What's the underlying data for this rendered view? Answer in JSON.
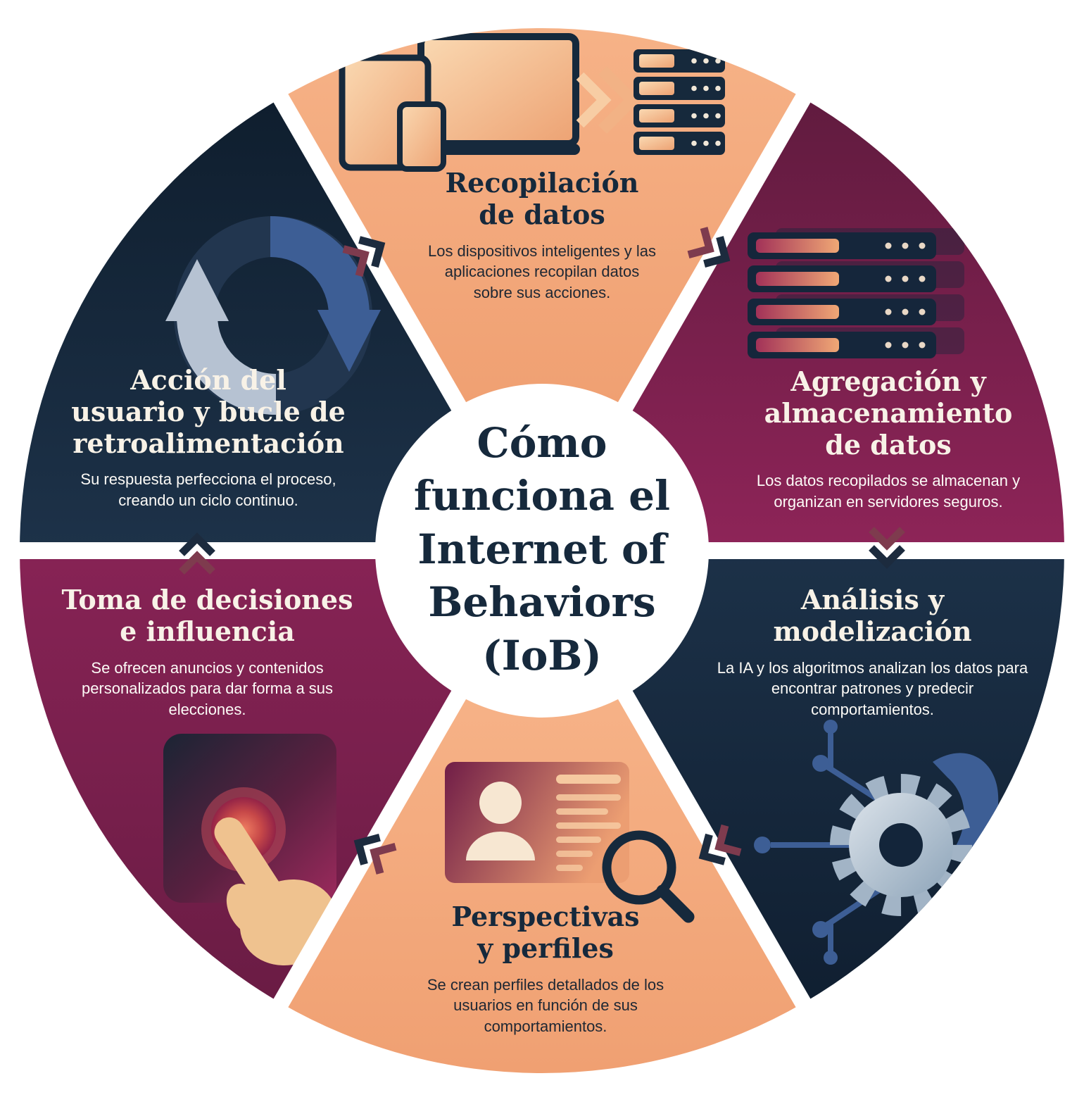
{
  "infographic": {
    "center": {
      "title": "Cómo\nfunciona el\nInternet of\nBehaviors\n(IoB)"
    },
    "segments": [
      {
        "id": "recopilacion-de-datos",
        "position": "top",
        "color": "#F3A97E",
        "icon": "devices-to-servers-icon",
        "title": "Recopilación\nde datos",
        "body": "Los dispositivos inteligentes y las aplicaciones recopilan datos sobre sus acciones."
      },
      {
        "id": "agregacion-almacenamiento",
        "position": "top-right",
        "color": "#7C2150",
        "icon": "server-racks-icon",
        "title": "Agregación y\nalmacenamiento\nde datos",
        "body": "Los datos recopilados se almacenan y organizan en servidores seguros."
      },
      {
        "id": "analisis-modelizacion",
        "position": "bottom-right",
        "color": "#15253A",
        "icon": "ai-gear-network-icon",
        "title": "Análisis y\nmodelización",
        "body": "La IA y los algoritmos analizan los datos para encontrar patrones y predecir comportamientos."
      },
      {
        "id": "perspectivas-perfiles",
        "position": "bottom",
        "color": "#F3A97E",
        "icon": "profile-search-icon",
        "title": "Perspectivas\ny perfiles",
        "body": "Se crean perfiles detallados de los usuarios en función de sus comportamientos."
      },
      {
        "id": "toma-decisiones-influencia",
        "position": "bottom-left",
        "color": "#7C2150",
        "icon": "button-press-icon",
        "title": "Toma de decisiones\ne influencia",
        "body": "Se ofrecen anuncios y contenidos personalizados para dar forma a sus elecciones."
      },
      {
        "id": "accion-usuario-bucle",
        "position": "top-left",
        "color": "#15253A",
        "icon": "feedback-loop-icon",
        "title": "Acción del\nusuario y bucle de\nretroalimentación",
        "body": "Su respuesta perfecciona el proceso, creando un ciclo continuo."
      }
    ],
    "connectors": {
      "style": "double-chevron",
      "direction": "clockwise",
      "colors": [
        "#7E3B4E",
        "#1C2B3E"
      ]
    },
    "palette": {
      "peach": "#F3A97E",
      "magenta": "#7C2150",
      "navy": "#15253A",
      "background": "#FFFFFF",
      "heading_on_light": "#16293C",
      "heading_on_dark": "#F8F2E7"
    }
  }
}
